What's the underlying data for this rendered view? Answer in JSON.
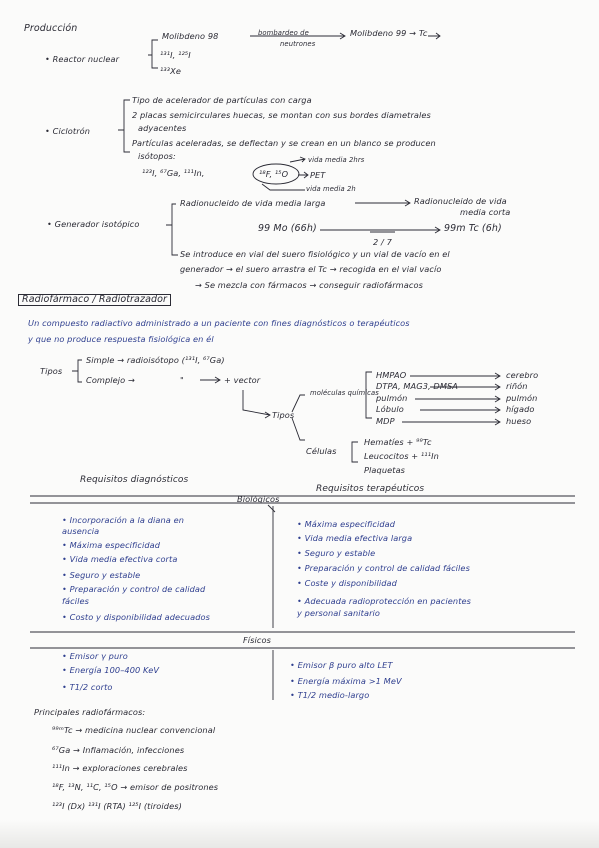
{
  "produccion": {
    "title": "Producción",
    "reactor_label": "• Reactor nuclear",
    "molibdeno_98": "Molibdeno 98",
    "bombardeo": "bombardeo de",
    "neutrones": "neutrones",
    "molibdeno_99": "Molibdeno 99 → Tc",
    "i131_i125": "¹³¹I, ¹²⁵I",
    "xe": "¹³³Xe",
    "ciclotron_label": "• Ciclotrón",
    "ciclo_l1": "Tipo de acelerador de partículas con carga",
    "ciclo_l2": "2 placas semicirculares huecas, se montan con sus bordes diametrales",
    "ciclo_l3": "adyacentes",
    "ciclo_l4": "Partículas aceleradas, se deflectan y se crean en un blanco se producen",
    "ciclo_l5": "isótopos:",
    "ciclo_l6": "¹²³I, ⁶⁷Ga, ¹¹¹In,",
    "ciclo_pet_iso": "¹⁸F, ¹⁵O",
    "ciclo_vida_2h": "vida media 2hrs",
    "ciclo_pet": "PET",
    "ciclo_vida_corta": "vida media 2h",
    "generador_label": "• Generador isotópico",
    "gen_l1": "Radionucleido de vida media larga",
    "gen_radionuc": "Radionucleido de vida",
    "gen_media_corta": "media corta",
    "gen_mo": "99 Mo (66h)",
    "gen_tc": "99m Tc (6h)",
    "gen_frac": "2 / 7",
    "gen_l2": "Se introduce en vial del suero fisiológico y un vial de vacío en el",
    "gen_l3": "generador → el suero arrastra el Tc → recogida en el vial vacío",
    "gen_l4": "→ Se mezcla con fármacos → conseguir radiofármacos"
  },
  "radiofarmaco": {
    "title": "Radiofármaco / Radiotrazador",
    "def_l1": "Un compuesto radiactivo administrado a un paciente con fines diagnósticos o terapéuticos",
    "def_l2": "y que no produce respuesta fisiológica en él",
    "tipos": "Tipos",
    "simple": "Simple → radioisótopo (¹³¹I, ⁶⁷Ga)",
    "complejo": "Complejo →",
    "ditto": "\"",
    "vector": "+ vector",
    "mol_quimicas": "moléculas químicas",
    "tipos2": "Tipos",
    "celulas": "Células",
    "mq1": "HMPAO",
    "mq1r": "cerebro",
    "mq2": "DTPA, MAG3, DMSA",
    "mq2r": "riñón",
    "mq3": "pulmón",
    "mq3r": "pulmón",
    "mq4": "Lóbulo",
    "mq4r": "hígado",
    "mq5": "MDP",
    "mq5r": "hueso",
    "cel1": "Hematíes + ⁹⁹Tc",
    "cel2": "Leucocitos + ¹¹¹In",
    "cel3": "Plaquetas"
  },
  "requisitos": {
    "diag_title": "Requisitos diagnósticos",
    "ter_title": "Requisitos terapéuticos",
    "bio_title": "Biológicos",
    "diag_bio": [
      "• Incorporación a la diana en",
      "  ausencia",
      "• Máxima especificidad",
      "• Vida media efectiva corta",
      "• Seguro y estable",
      "• Preparación y control de calidad",
      "  fáciles",
      "• Costo y disponibilidad adecuados"
    ],
    "ter_bio": [
      "• Máxima especificidad",
      "• Vida media efectiva larga",
      "• Seguro y estable",
      "• Preparación y control de calidad fáciles",
      "• Coste y disponibilidad",
      "• Adecuada radioprotección en pacientes",
      "  y personal sanitario"
    ],
    "fis_title": "Físicos",
    "diag_fis": [
      "• Emisor γ puro",
      "• Energía 100–400 KeV",
      "• T1/2 corto"
    ],
    "ter_fis": [
      "• Emisor β puro alto LET",
      "• Energía máxima >1 MeV",
      "• T1/2 medio-largo"
    ]
  },
  "principales": {
    "title": "Principales radiofármacos:",
    "items": [
      "⁹⁹ᵐTc → medicina nuclear convencional",
      "⁶⁷Ga → Inflamación, infecciones",
      "¹¹¹In → exploraciones cerebrales",
      "¹⁸F, ¹³N, ¹¹C, ¹⁵O → emisor de positrones",
      "¹²³I (Dx) ¹³¹I (RTA) ¹²⁵I (tiroides)"
    ]
  }
}
